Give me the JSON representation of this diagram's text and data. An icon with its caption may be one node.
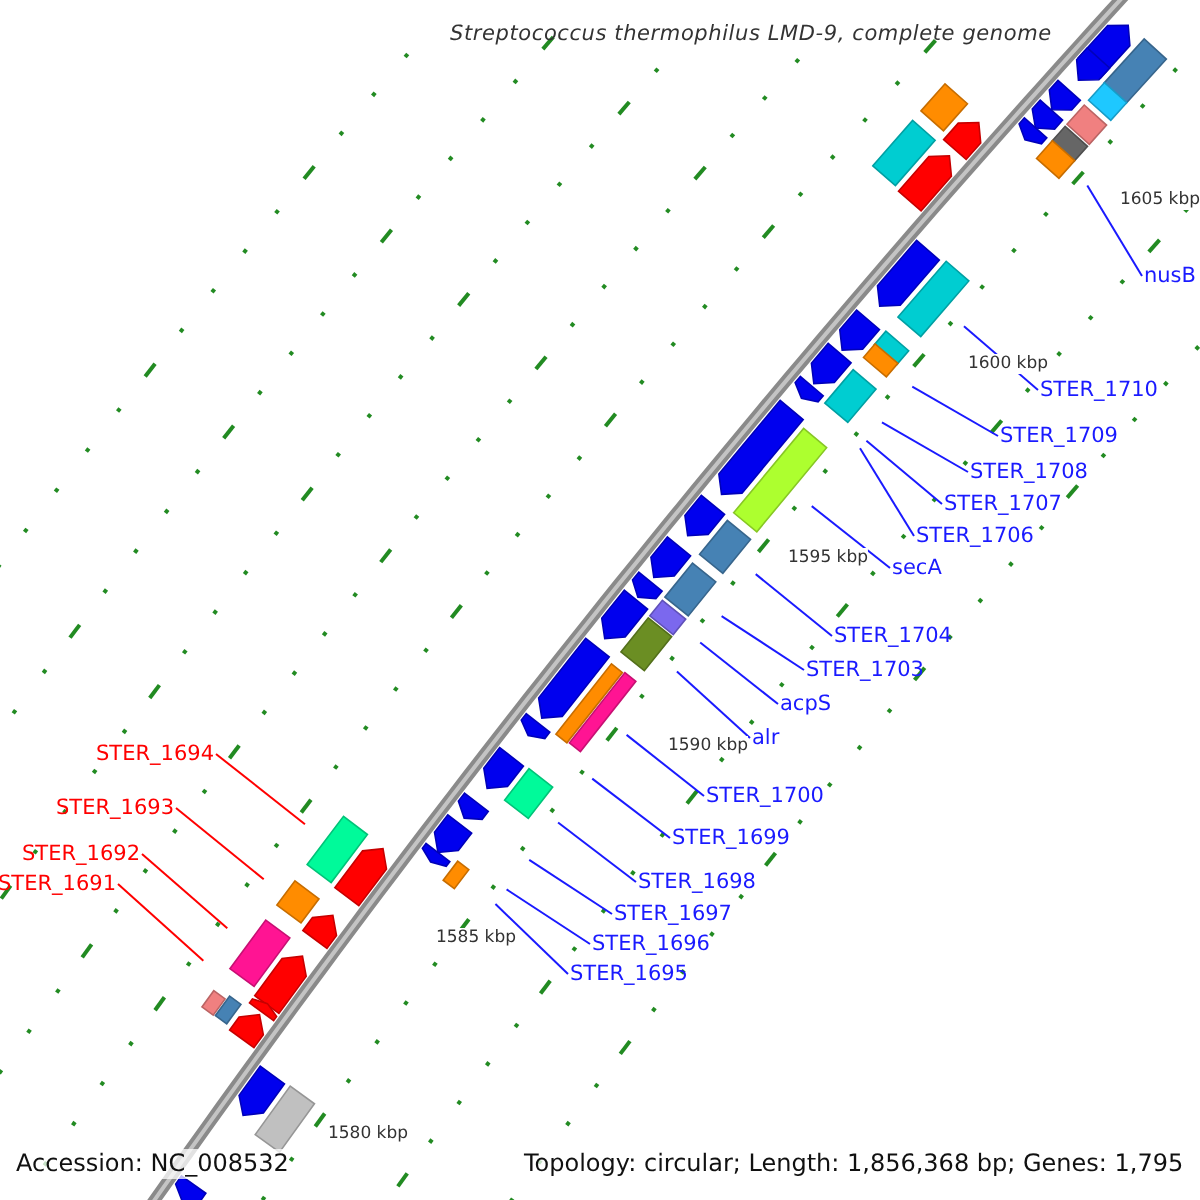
{
  "diagram": {
    "title": "Streptococcus thermophilus LMD-9, complete genome",
    "nodes": [
      {
        "text": [
          "nusB"
        ]
      },
      {
        "text": [
          "STER_1710"
        ]
      },
      {
        "text": [
          "STER_1709"
        ]
      },
      {
        "text": [
          "STER_1708"
        ]
      },
      {
        "text": [
          "STER_1707"
        ]
      },
      {
        "text": [
          "STER_1706"
        ]
      },
      {
        "text": [
          "secA"
        ]
      },
      {
        "text": [
          "STER_1704"
        ]
      },
      {
        "text": [
          "STER_1703"
        ]
      },
      {
        "text": [
          "acpS"
        ]
      },
      {
        "text": [
          "alr"
        ]
      },
      {
        "text": [
          "STER_1700"
        ]
      },
      {
        "text": [
          "STER_1699"
        ]
      },
      {
        "text": [
          "STER_1698"
        ]
      },
      {
        "text": [
          "STER_1697"
        ]
      },
      {
        "text": [
          "STER_1696"
        ]
      },
      {
        "text": [
          "STER_1695"
        ]
      },
      {
        "text": [
          "STER_1694"
        ]
      },
      {
        "text": [
          "STER_1693"
        ]
      },
      {
        "text": [
          "STER_1692"
        ]
      },
      {
        "text": [
          "STER_1691"
        ]
      }
    ],
    "edges": [
      {
        "from": 0,
        "to": null,
        "arrow": "none"
      },
      {
        "from": 1,
        "to": null,
        "arrow": "none"
      },
      {
        "from": 2,
        "to": null,
        "arrow": "none"
      },
      {
        "from": 3,
        "to": null,
        "arrow": "none"
      },
      {
        "from": 4,
        "to": null,
        "arrow": "none"
      },
      {
        "from": 5,
        "to": null,
        "arrow": "none"
      },
      {
        "from": 6,
        "to": null,
        "arrow": "none"
      },
      {
        "from": 7,
        "to": null,
        "arrow": "none"
      },
      {
        "from": 8,
        "to": null,
        "arrow": "none"
      },
      {
        "from": 9,
        "to": null,
        "arrow": "none"
      },
      {
        "from": 10,
        "to": null,
        "arrow": "none"
      },
      {
        "from": 11,
        "to": null,
        "arrow": "none"
      },
      {
        "from": 12,
        "to": null,
        "arrow": "none"
      },
      {
        "from": 13,
        "to": null,
        "arrow": "none"
      },
      {
        "from": 14,
        "to": null,
        "arrow": "none"
      },
      {
        "from": 15,
        "to": null,
        "arrow": "none"
      },
      {
        "from": 16,
        "to": null,
        "arrow": "none"
      },
      {
        "from": 17,
        "to": null,
        "arrow": "none",
        "color": "#ff0000"
      },
      {
        "from": 18,
        "to": null,
        "arrow": "none",
        "color": "#ff0000"
      },
      {
        "from": 19,
        "to": null,
        "arrow": "none",
        "color": "#ff0000"
      },
      {
        "from": 20,
        "to": null,
        "arrow": "none",
        "color": "#ff0000"
      }
    ],
    "labels": [
      "1605 kbp",
      "1600 kbp",
      "1595 kbp",
      "1590 kbp",
      "1585 kbp",
      "1580 kbp",
      "Accession: NC_008532",
      "Topology: circular; Length: 1,856,368 bp; Genes: 1,795"
    ]
  }
}
